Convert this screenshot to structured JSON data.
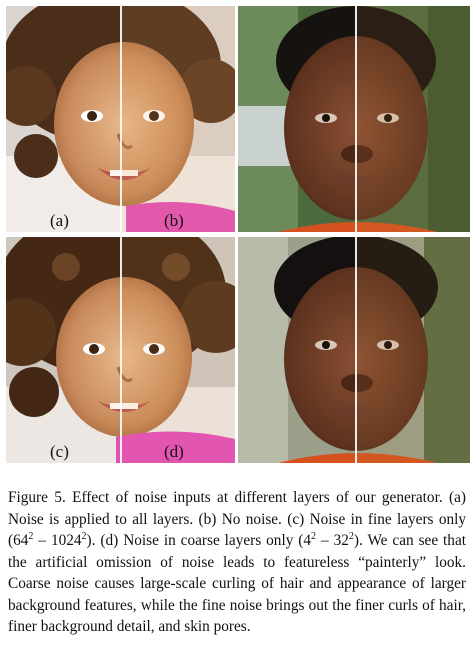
{
  "figure": {
    "panels": [
      {
        "id": "top-left",
        "labels": [
          "(a)",
          "(b)"
        ]
      },
      {
        "id": "top-right",
        "labels": []
      },
      {
        "id": "bottom-left",
        "labels": [
          "(c)",
          "(d)"
        ]
      },
      {
        "id": "bottom-right",
        "labels": []
      }
    ]
  },
  "caption": {
    "figure_label": "Figure 5.",
    "intro": "Effect of noise inputs at different layers of our generator.",
    "a": "(a) Noise is applied to all layers.",
    "b": "(b) No noise.",
    "c_pre": "(c) Noise in fine layers only (64",
    "c_exp1": "2",
    "c_mid": " – 1024",
    "c_exp2": "2",
    "c_post": ").",
    "d_pre": "(d) Noise in coarse layers only (4",
    "d_exp1": "2",
    "d_mid": " – 32",
    "d_exp2": "2",
    "d_post": ").",
    "rest": "We can see that the artificial omission of noise leads to featureless “painterly” look. Coarse noise causes large-scale curling of hair and appearance of larger background features, while the fine noise brings out the finer curls of hair, finer background detail, and skin pores."
  }
}
